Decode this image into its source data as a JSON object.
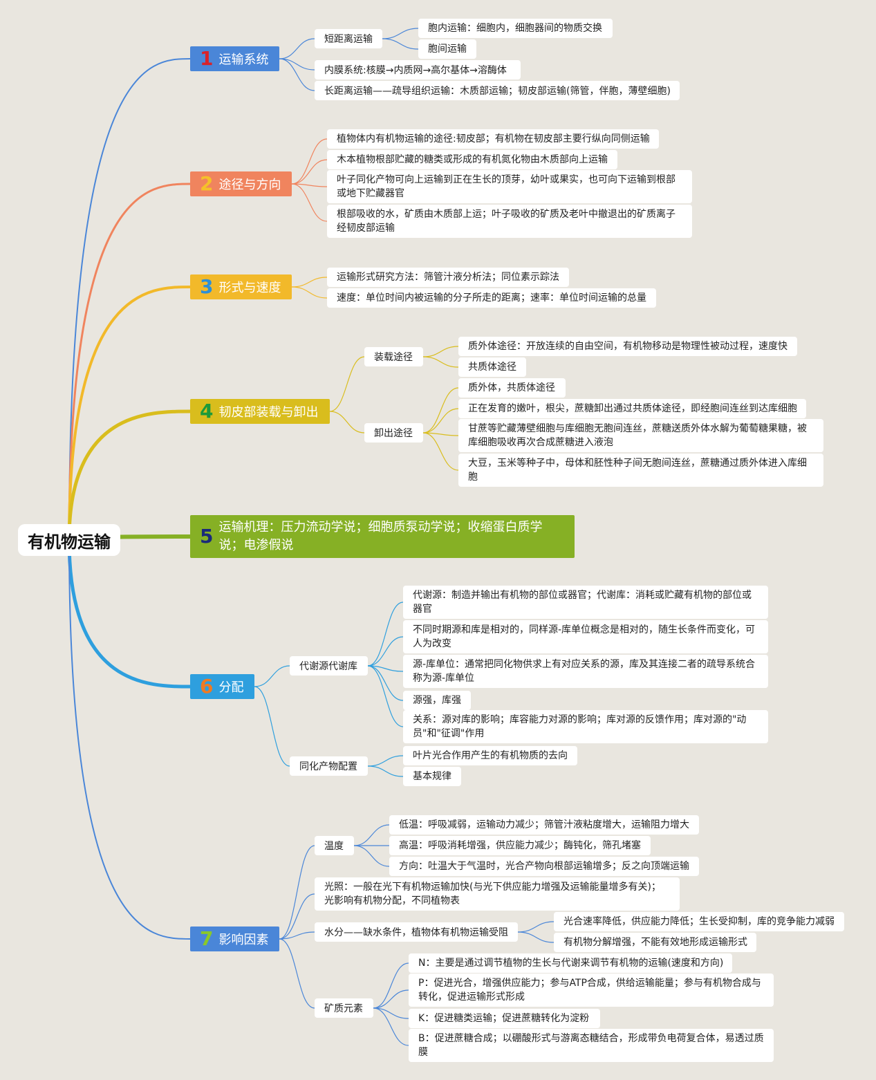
{
  "root": "有机物运输",
  "branches": [
    {
      "num": "1",
      "label": "运输系统",
      "color": "#4a86d8",
      "num_color": "#d8232a"
    },
    {
      "num": "2",
      "label": "途径与方向",
      "color": "#f0845e",
      "num_color": "#f5c02a"
    },
    {
      "num": "3",
      "label": "形式与速度",
      "color": "#f2b92a",
      "num_color": "#2c8fd8"
    },
    {
      "num": "4",
      "label": "韧皮部装载与卸出",
      "color": "#d9bd1d",
      "num_color": "#1c9a3a"
    },
    {
      "num": "5",
      "label": "运输机理：压力流动学说；细胞质泵动学说；收缩蛋白质学说；电渗假说",
      "color": "#86b025",
      "num_color": "#1a2a7a"
    },
    {
      "num": "6",
      "label": "分配",
      "color": "#2e9fde",
      "num_color": "#f07a22"
    },
    {
      "num": "7",
      "label": "影响因素",
      "color": "#4a86d8",
      "num_color": "#8ac82a"
    }
  ],
  "b1": {
    "short": "短距离运输",
    "short_leaves": [
      "胞内运输：细胞内，细胞器间的物质交换",
      "胞间运输"
    ],
    "endo": "内膜系统:核膜→内质网→高尔基体→溶酶体",
    "long": "长距离运输——疏导组织运输：木质部运输；韧皮部运输(筛管，伴胞，薄壁细胞)"
  },
  "b2": {
    "leaves": [
      "植物体内有机物运输的途径:韧皮部；有机物在韧皮部主要行纵向同侧运输",
      "木本植物根部贮藏的糖类或形成的有机氮化物由木质部向上运输",
      "叶子同化产物可向上运输到正在生长的顶芽，幼叶或果实，也可向下运输到根部或地下贮藏器官",
      "根部吸收的水，矿质由木质部上运；叶子吸收的矿质及老叶中撤退出的矿质离子经韧皮部运输"
    ]
  },
  "b3": {
    "leaves": [
      "运输形式研究方法：筛管汁液分析法；同位素示踪法",
      "速度：单位时间内被运输的分子所走的距离；速率：单位时间运输的总量"
    ]
  },
  "b4": {
    "load": "装载途径",
    "load_leaves": [
      "质外体途径：开放连续的自由空间，有机物移动是物理性被动过程，速度快",
      "共质体途径"
    ],
    "unload": "卸出途径",
    "unload_leaves": [
      "质外体，共质体途径",
      "正在发育的嫩叶，根尖，蔗糖卸出通过共质体途径，即经胞间连丝到达库细胞",
      "甘蔗等贮藏薄壁细胞与库细胞无胞间连丝，蔗糖送质外体水解为葡萄糖果糖，被库细胞吸收再次合成蔗糖进入液泡",
      "大豆，玉米等种子中，母体和胚性种子间无胞间连丝，蔗糖通过质外体进入库细胞"
    ]
  },
  "b6": {
    "source": "代谢源代谢库",
    "source_leaves": [
      "代谢源：制造并输出有机物的部位或器官；代谢库：消耗或贮藏有机物的部位或器官",
      "不同时期源和库是相对的，同样源-库单位概念是相对的，随生长条件而变化，可人为改变",
      "源-库单位：通常把同化物供求上有对应关系的源，库及其连接二者的疏导系统合称为源-库单位",
      "源强，库强",
      "关系：源对库的影响；库容能力对源的影响；库对源的反馈作用；库对源的\"动员\"和\"征调\"作用"
    ],
    "assim": "同化产物配置",
    "assim_leaves": [
      "叶片光合作用产生的有机物质的去向",
      "基本规律"
    ]
  },
  "b7": {
    "temp": "温度",
    "temp_leaves": [
      "低温：呼吸减弱，运输动力减少；筛管汁液粘度增大，运输阻力增大",
      "高温：呼吸消耗增强，供应能力减少；酶钝化，筛孔堵塞",
      "方向：吐温大于气温时，光合产物向根部运输增多；反之向顶端运输"
    ],
    "light": "光照：一般在光下有机物运输加快(与光下供应能力增强及运输能量增多有关)；光影响有机物分配，不同植物表",
    "water": "水分——缺水条件，植物体有机物运输受阻",
    "water_leaves": [
      "光合速率降低，供应能力降低；生长受抑制，库的竞争能力减弱",
      "有机物分解增强，不能有效地形成运输形式"
    ],
    "mineral": "矿质元素",
    "mineral_leaves": [
      "N：主要是通过调节植物的生长与代谢来调节有机物的运输(速度和方向)",
      "P：促进光合，增强供应能力；参与ATP合成，供给运输能量；参与有机物合成与转化，促进运输形式形成",
      "K：促进糖类运输；促进蔗糖转化为淀粉",
      "B：促进蔗糖合成；以硼酸形式与游离态糖结合，形成带负电荷复合体，易透过质膜"
    ]
  }
}
